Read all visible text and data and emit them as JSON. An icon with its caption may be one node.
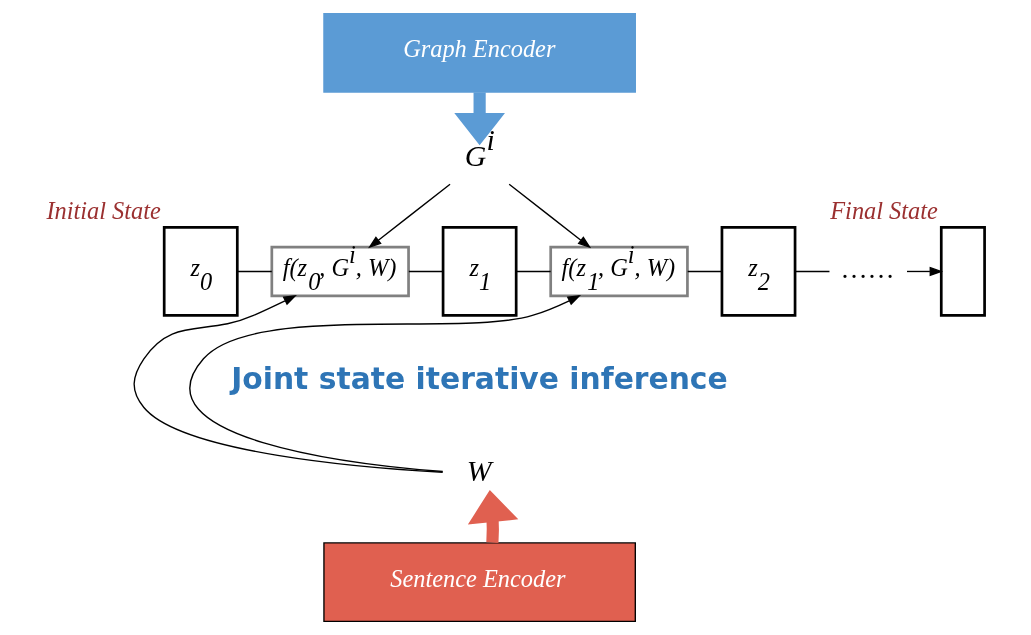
{
  "diagram": {
    "nodes": [
      {
        "text": [
          "Graph Encoder"
        ]
      },
      {
        "text": [
          "G$^{i}$"
        ]
      },
      {
        "text": [
          "z$_{0}$"
        ],
        "beside": [
          "Initial State"
        ]
      },
      {
        "text": [
          "f(z$_{0}$, G$^{i}$, W)"
        ]
      },
      {
        "text": [
          "z$_{1}$"
        ]
      },
      {
        "text": [
          "f(z$_{1}$, G$^{i}$, W)"
        ]
      },
      {
        "text": [
          "z$_{2}$"
        ]
      },
      {
        "text": [
          "……"
        ]
      },
      {
        "text": [],
        "shape": "box",
        "beside": [
          "Final State"
        ]
      },
      {
        "text": [
          "W"
        ]
      },
      {
        "text": [
          "Sentence Encoder"
        ]
      }
    ],
    "edges": [
      {
        "from": 0,
        "to": 1,
        "arrow": "to",
        "style": "thick",
        "color": "#5b9bd5"
      },
      {
        "from": 1,
        "to": 3,
        "arrow": "to"
      },
      {
        "from": 1,
        "to": 5,
        "arrow": "to"
      },
      {
        "from": 2,
        "to": 3,
        "arrow": "none"
      },
      {
        "from": 3,
        "to": 4,
        "arrow": "none"
      },
      {
        "from": 4,
        "to": 5,
        "arrow": "none"
      },
      {
        "from": 5,
        "to": 6,
        "arrow": "none"
      },
      {
        "from": 6,
        "to": 7,
        "arrow": "none"
      },
      {
        "from": 7,
        "to": 8,
        "arrow": "to"
      },
      {
        "from": 9,
        "to": 3,
        "arrow": "to"
      },
      {
        "from": 9,
        "to": 5,
        "arrow": "to"
      },
      {
        "from": 10,
        "to": 9,
        "arrow": "to",
        "style": "thick",
        "color": "#e06050"
      }
    ],
    "labels": [
      "Joint state iterative inference"
    ]
  }
}
